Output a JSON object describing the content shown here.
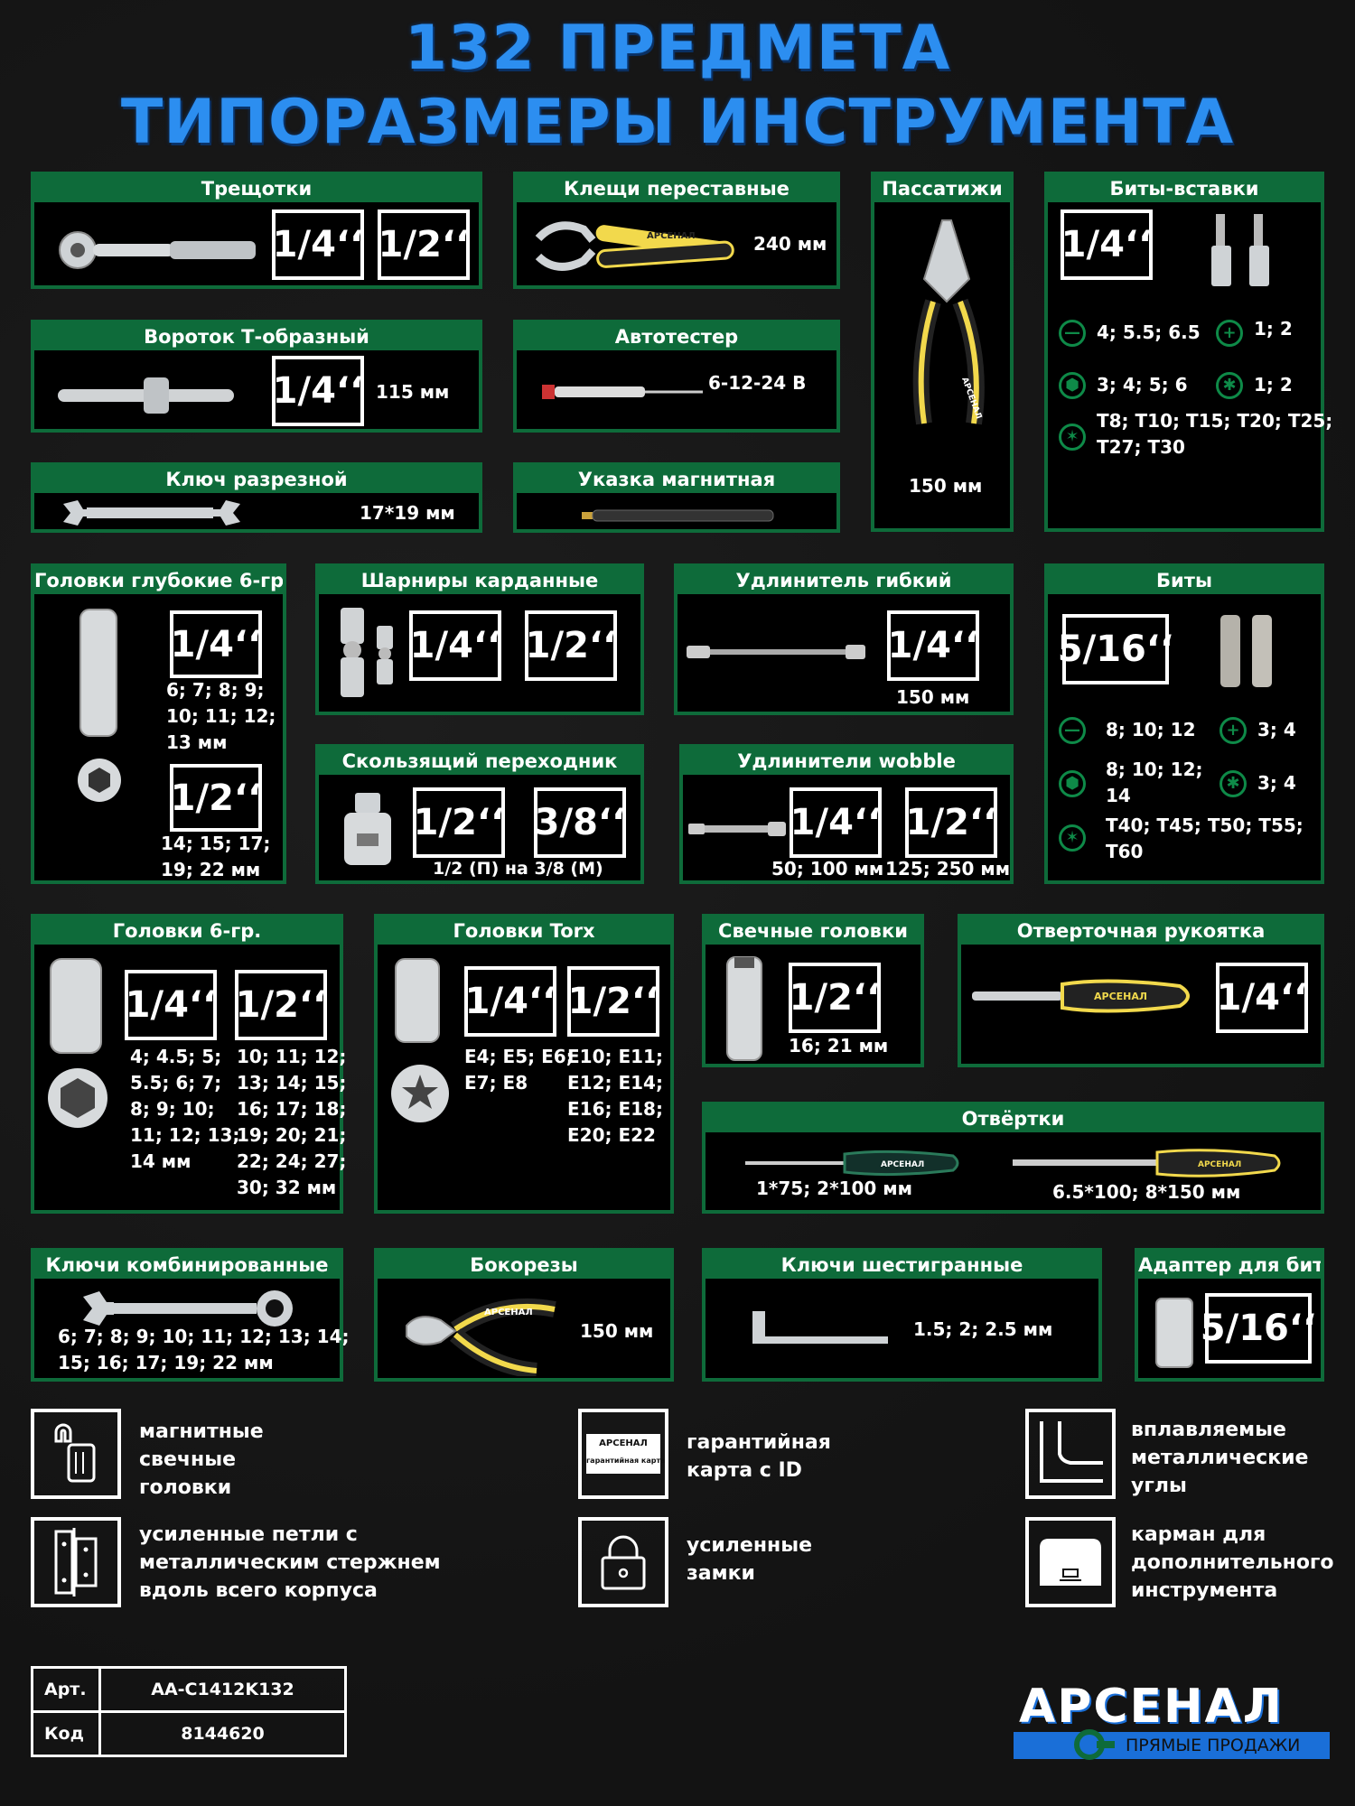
{
  "title": {
    "line1": "132 ПРЕДМЕТА",
    "line2": "ТИПОРАЗМЕРЫ ИНСТРУМЕНТА"
  },
  "panels": {
    "ratchets": {
      "title": "Трещотки",
      "s1": "1/4‘‘",
      "s2": "1/2‘‘"
    },
    "pliers_adj": {
      "title": "Клещи переставные",
      "size": "240 мм",
      "brand": "АРСЕНАЛ"
    },
    "pliers": {
      "title": "Пассатижи",
      "size": "150 мм",
      "brand": "АРСЕНАЛ"
    },
    "bits_insert": {
      "title": "Биты-вставки",
      "s1": "1/4‘‘",
      "r1a": "4; 5.5; 6.5",
      "r1b": "1; 2",
      "r2a": "3; 4; 5; 6",
      "r2b": "1; 2",
      "r3": "T8; T10; T15; T20; T25;",
      "r4": "T27; T30"
    },
    "t_handle": {
      "title": "Вороток Т-образный",
      "s1": "1/4‘‘",
      "size": "115 мм"
    },
    "autotester": {
      "title": "Автотестер",
      "size": "6-12-24 В"
    },
    "split_wrench": {
      "title": "Ключ разрезной",
      "size": "17*19 мм"
    },
    "magnet_pointer": {
      "title": "Указка магнитная"
    },
    "deep_sockets": {
      "title": "Головки глубокие 6-гр.",
      "s1": "1/4‘‘",
      "t1a": "6; 7; 8; 9;",
      "t1b": "10; 11; 12;",
      "t1c": "13 мм",
      "s2": "1/2‘‘",
      "t2a": "14; 15; 17;",
      "t2b": "19; 22 мм"
    },
    "ujoints": {
      "title": "Шарниры карданные",
      "s1": "1/4‘‘",
      "s2": "1/2‘‘"
    },
    "flex_ext": {
      "title": "Удлинитель гибкий",
      "s1": "1/4‘‘",
      "size": "150 мм"
    },
    "bits": {
      "title": "Биты",
      "s1": "5/16‘‘",
      "r1a": "8; 10; 12",
      "r1b": "3; 4",
      "r2a": "8; 10; 12;",
      "r2a2": "14",
      "r2b": "3; 4",
      "r3": "T40; T45; T50; T55;",
      "r4": "T60"
    },
    "slide_adapter": {
      "title": "Скользящий переходник",
      "s1": "1/2‘‘",
      "s2": "3/8‘‘",
      "note": "1/2 (П) на 3/8 (М)"
    },
    "wobble": {
      "title": "Удлинители wobble",
      "s1": "1/4‘‘",
      "s2": "1/2‘‘",
      "n1": "50; 100 мм",
      "n2": "125; 250 мм"
    },
    "sockets6": {
      "title": "Головки 6-гр.",
      "s1": "1/4‘‘",
      "s2": "1/2‘‘",
      "c1": [
        "4; 4.5; 5;",
        "5.5; 6; 7;",
        "8; 9; 10;",
        "11; 12; 13;",
        "14 мм"
      ],
      "c2": [
        "10; 11; 12;",
        "13; 14; 15;",
        "16; 17; 18;",
        "19; 20; 21;",
        "22; 24; 27;",
        "30; 32 мм"
      ]
    },
    "torx": {
      "title": "Головки Torx",
      "s1": "1/4‘‘",
      "s2": "1/2‘‘",
      "c1": [
        "E4; E5; E6;",
        "E7; E8"
      ],
      "c2": [
        "E10; E11;",
        "E12; E14;",
        "E16; E18;",
        "E20; E22"
      ]
    },
    "spark": {
      "title": "Свечные головки",
      "s1": "1/2‘‘",
      "size": "16; 21 мм"
    },
    "screw_handle": {
      "title": "Отверточная рукоятка",
      "s1": "1/4‘‘",
      "brand": "АРСЕНАЛ"
    },
    "screwdrivers": {
      "title": "Отвёртки",
      "n1": "1*75; 2*100 мм",
      "n2": "6.5*100; 8*150 мм",
      "brand": "АРСЕНАЛ"
    },
    "combo": {
      "title": "Ключи комбинированные",
      "l1": "6; 7; 8; 9; 10; 11; 12; 13; 14;",
      "l2": "15; 16; 17; 19; 22 мм"
    },
    "cutters": {
      "title": "Бокорезы",
      "size": "150 мм",
      "brand": "АРСЕНАЛ"
    },
    "hex_keys": {
      "title": "Ключи шестигранные",
      "size": "1.5; 2; 2.5 мм"
    },
    "bit_adapter": {
      "title": "Адаптер для бит",
      "s1": "5/16‘‘"
    }
  },
  "features": {
    "f1": [
      "магнитные",
      "свечные",
      "головки"
    ],
    "f2": [
      "гарантийная",
      "карта с ID"
    ],
    "f2_card": {
      "brand": "АРСЕНАЛ",
      "label": "гарантийная карта"
    },
    "f3": [
      "вплавляемые",
      "металлические",
      "углы"
    ],
    "f4": [
      "усиленные петли с",
      "металлическим стержнем",
      "вдоль всего корпуса"
    ],
    "f5": [
      "усиленные",
      "замки"
    ],
    "f6": [
      "карман для",
      "дополнительного",
      "инструмента"
    ]
  },
  "article": {
    "label1": "Арт.",
    "value1": "AA-C1412K132",
    "label2": "Код",
    "value2": "8144620"
  },
  "logo": {
    "name": "АРСЕНАЛ",
    "tagline": "ПРЯМЫЕ ПРОДАЖИ",
    "blue": "#1a6fd8",
    "green": "#0e6b3a"
  },
  "colors": {
    "title": "#2c8ef0",
    "panel_green": "#0e6b3a",
    "icon_green": "#0e8a48"
  }
}
